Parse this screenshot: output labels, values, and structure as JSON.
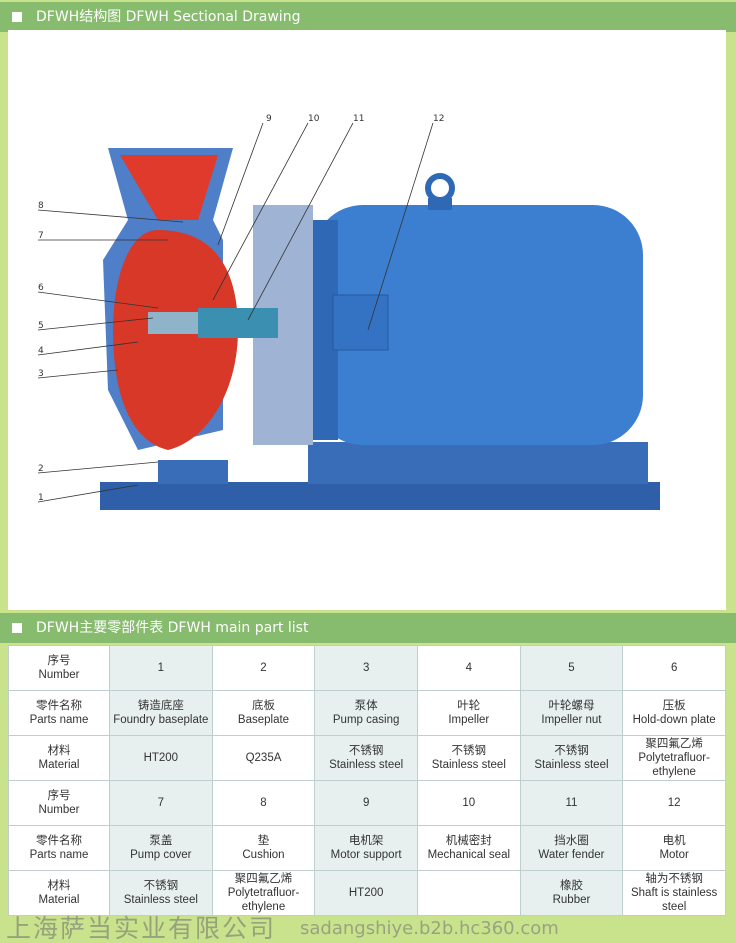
{
  "section1": {
    "title": "DFWH结构图 DFWH Sectional Drawing"
  },
  "drawing": {
    "callouts": [
      "1",
      "2",
      "3",
      "4",
      "5",
      "6",
      "7",
      "8",
      "9",
      "10",
      "11",
      "12"
    ]
  },
  "section2": {
    "title": "DFWH主要零部件表 DFWH main part list"
  },
  "table": {
    "rows": [
      {
        "label": [
          "序号",
          "Number"
        ],
        "cells": [
          [
            "1"
          ],
          [
            "2"
          ],
          [
            "3"
          ],
          [
            "4"
          ],
          [
            "5"
          ],
          [
            "6"
          ]
        ]
      },
      {
        "label": [
          "零件名称",
          "Parts name"
        ],
        "cells": [
          [
            "铸造底座",
            "Foundry baseplate"
          ],
          [
            "底板",
            "Baseplate"
          ],
          [
            "泵体",
            "Pump casing"
          ],
          [
            "叶轮",
            "Impeller"
          ],
          [
            "叶轮螺母",
            "Impeller nut"
          ],
          [
            "压板",
            "Hold-down plate"
          ]
        ]
      },
      {
        "label": [
          "材料",
          "Material"
        ],
        "cells": [
          [
            "HT200"
          ],
          [
            "Q235A"
          ],
          [
            "不锈钢",
            "Stainless steel"
          ],
          [
            "不锈钢",
            "Stainless steel"
          ],
          [
            "不锈钢",
            "Stainless steel"
          ],
          [
            "聚四氟乙烯",
            "Polytetrafluor-",
            "ethylene"
          ]
        ]
      },
      {
        "label": [
          "序号",
          "Number"
        ],
        "cells": [
          [
            "7"
          ],
          [
            "8"
          ],
          [
            "9"
          ],
          [
            "10"
          ],
          [
            "11"
          ],
          [
            "12"
          ]
        ]
      },
      {
        "label": [
          "零件名称",
          "Parts name"
        ],
        "cells": [
          [
            "泵盖",
            "Pump cover"
          ],
          [
            "垫",
            "Cushion"
          ],
          [
            "电机架",
            "Motor support"
          ],
          [
            "机械密封",
            "Mechanical seal"
          ],
          [
            "挡水圈",
            "Water fender"
          ],
          [
            "电机",
            "Motor"
          ]
        ]
      },
      {
        "label": [
          "材料",
          "Material"
        ],
        "cells": [
          [
            "不锈钢",
            "Stainless steel"
          ],
          [
            "聚四氟乙烯",
            "Polytetrafluor-",
            "ethylene"
          ],
          [
            "HT200"
          ],
          [],
          [
            "橡胶",
            "Rubber"
          ],
          [
            "轴为不锈钢",
            "Shaft is stainless",
            "steel"
          ]
        ]
      }
    ]
  },
  "watermark": {
    "company": "上海萨当实业有限公司",
    "url": "sadangshiye.b2b.hc360.com"
  }
}
